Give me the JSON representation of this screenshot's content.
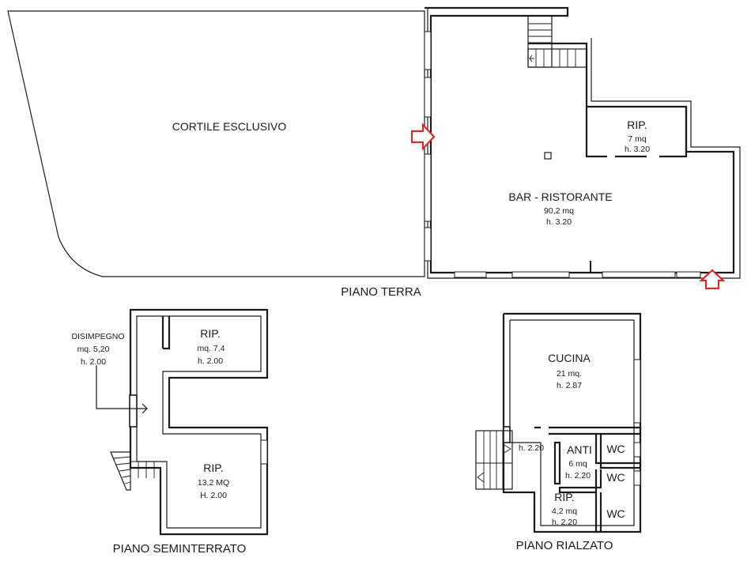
{
  "accent_colors": {
    "entrance_arrow": "#d42b2b",
    "ink": "#1a1a1a"
  },
  "piano_terra": {
    "title": "PIANO TERRA",
    "courtyard": {
      "name": "CORTILE ESCLUSIVO"
    },
    "bar": {
      "name": "BAR - RISTORANTE",
      "area": "90,2 mq",
      "height": "h. 3.20"
    },
    "storage": {
      "name": "RIP.",
      "area": "7 mq",
      "height": "h. 3.20"
    }
  },
  "piano_seminterrato": {
    "title": "PIANO SEMINTERRATO",
    "corridor": {
      "name": "DISIMPEGNO",
      "area": "mq. 5,20",
      "height": "h. 2.00"
    },
    "storage_1": {
      "name": "RIP.",
      "area": "mq. 7,4",
      "height": "h. 2.00"
    },
    "storage_2": {
      "name": "RIP.",
      "area": "13,2 MQ",
      "height": "H. 2.00"
    }
  },
  "piano_rialzato": {
    "title": "PIANO RIALZATO",
    "kitchen": {
      "name": "CUCINA",
      "area": "21 mq.",
      "height": "h. 2.87"
    },
    "landing": {
      "height": "h. 2.20"
    },
    "anti": {
      "name": "ANTI",
      "area": "6 mq",
      "height": "h. 2.20"
    },
    "storage": {
      "name": "RIP.",
      "area": "4,2 mq",
      "height": "h. 2.20"
    },
    "wc": [
      "WC",
      "WC",
      "WC"
    ]
  }
}
